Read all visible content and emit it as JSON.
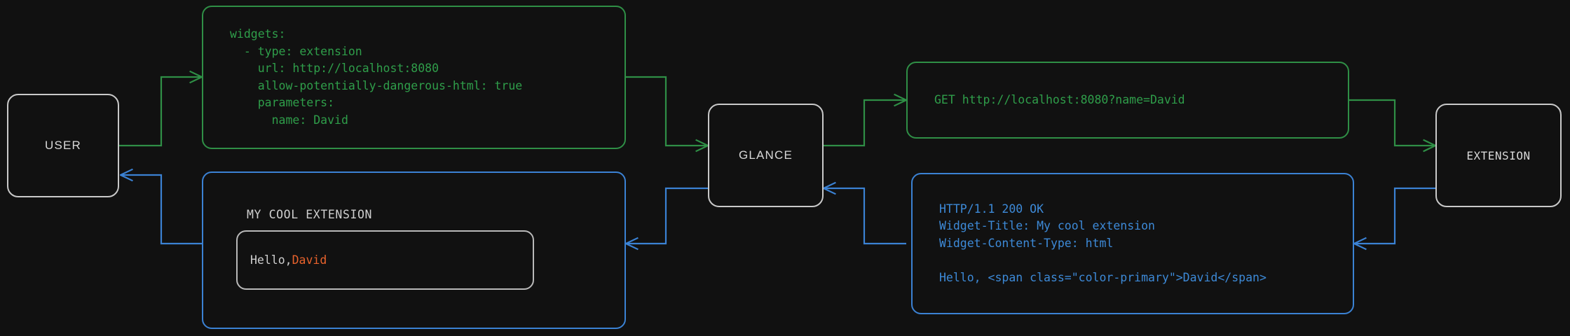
{
  "theme": {
    "background": "#111111",
    "node_border": "#c9c9c9",
    "request_green": "#2f9e4a",
    "response_blue": "#3d8ad8",
    "accent_orange": "#e8622c",
    "text_grey": "#cfcfcf"
  },
  "nodes": [
    {
      "id": "user",
      "label": "USER"
    },
    {
      "id": "glance",
      "label": "GLANCE"
    },
    {
      "id": "extension",
      "label": "EXTENSION"
    }
  ],
  "panels": {
    "config": {
      "kind": "yaml-config",
      "color": "green",
      "lines": [
        "widgets:",
        "  - type: extension",
        "    url: http://localhost:8080",
        "    allow-potentially-dangerous-html: true",
        "    parameters:",
        "      name: David"
      ]
    },
    "request": {
      "kind": "http-request",
      "color": "green",
      "lines": [
        "GET http://localhost:8080?name=David"
      ]
    },
    "response": {
      "kind": "http-response",
      "color": "blue",
      "lines": [
        "HTTP/1.1 200 OK",
        "Widget-Title: My cool extension",
        "Widget-Content-Type: html",
        "",
        "Hello, <span class=\"color-primary\">David</span>"
      ]
    },
    "render": {
      "kind": "rendered-widget",
      "color": "blue",
      "title": "MY COOL EXTENSION",
      "body_prefix": "Hello, ",
      "body_accent": "David"
    }
  },
  "flows": [
    {
      "id": "user-to-config",
      "direction": "forward",
      "color": "green"
    },
    {
      "id": "config-to-glance",
      "direction": "forward",
      "color": "green"
    },
    {
      "id": "glance-to-request",
      "direction": "forward",
      "color": "green"
    },
    {
      "id": "request-to-extension",
      "direction": "forward",
      "color": "green"
    },
    {
      "id": "extension-to-response",
      "direction": "return",
      "color": "blue"
    },
    {
      "id": "response-to-glance",
      "direction": "return",
      "color": "blue"
    },
    {
      "id": "glance-to-render",
      "direction": "return",
      "color": "blue"
    },
    {
      "id": "render-to-user",
      "direction": "return",
      "color": "blue"
    }
  ]
}
